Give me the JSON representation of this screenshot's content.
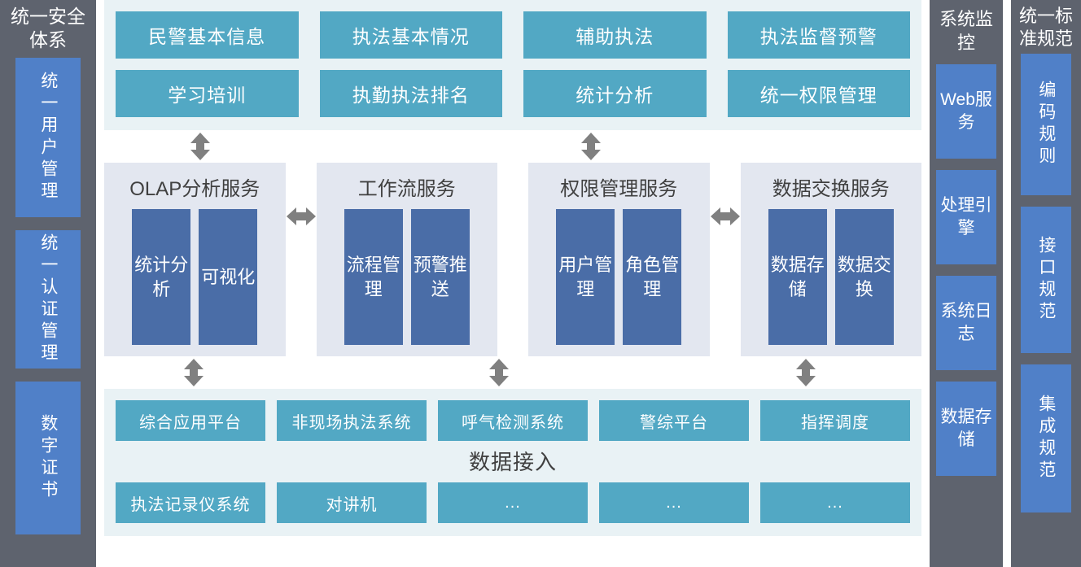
{
  "left_column": {
    "title": "统一安全体系",
    "items": [
      {
        "label": "统一用户管理"
      },
      {
        "label": "统一认证管理"
      },
      {
        "label": "数字证书"
      }
    ]
  },
  "application_layer": {
    "rows": [
      [
        {
          "label": "民警基本信息"
        },
        {
          "label": "执法基本情况"
        },
        {
          "label": "辅助执法"
        },
        {
          "label": "执法监督预警"
        }
      ],
      [
        {
          "label": "学习培训"
        },
        {
          "label": "执勤执法排名"
        },
        {
          "label": "统计分析"
        },
        {
          "label": "统一权限管理"
        }
      ]
    ]
  },
  "service_layer": {
    "panels": [
      {
        "title": "OLAP分析服务",
        "boxes": [
          {
            "label": "统计分析"
          },
          {
            "label": "可视化"
          }
        ]
      },
      {
        "title": "工作流服务",
        "boxes": [
          {
            "label": "流程管理"
          },
          {
            "label": "预警推送"
          }
        ]
      },
      {
        "title": "权限管理服务",
        "boxes": [
          {
            "label": "用户管理"
          },
          {
            "label": "角色管理"
          }
        ]
      },
      {
        "title": "数据交换服务",
        "boxes": [
          {
            "label": "数据存储"
          },
          {
            "label": "数据交换"
          }
        ]
      }
    ]
  },
  "data_layer": {
    "label": "数据接入",
    "top_row": [
      {
        "label": "综合应用平台"
      },
      {
        "label": "非现场执法系统"
      },
      {
        "label": "呼气检测系统"
      },
      {
        "label": "警综平台"
      },
      {
        "label": "指挥调度"
      }
    ],
    "bottom_row": [
      {
        "label": "执法记录仪系统"
      },
      {
        "label": "对讲机"
      },
      {
        "label": "..."
      },
      {
        "label": "..."
      },
      {
        "label": "..."
      }
    ]
  },
  "system_monitor_column": {
    "title": "系统监控",
    "items": [
      {
        "label": "Web服务"
      },
      {
        "label": "处理引擎"
      },
      {
        "label": "系统日志"
      },
      {
        "label": "数据存储"
      }
    ]
  },
  "standards_column": {
    "title": "统一标准规范",
    "items": [
      {
        "label": "编码规则"
      },
      {
        "label": "接口规范"
      },
      {
        "label": "集成规范"
      }
    ]
  },
  "colors": {
    "sidebar_background": "#5e636e",
    "sidebar_item": "#5080c8",
    "application_box": "#52a8c4",
    "application_band": "#e9f2f5",
    "service_panel": "#e3e7f0",
    "service_box": "#4a6da7",
    "arrow": "#808080"
  }
}
